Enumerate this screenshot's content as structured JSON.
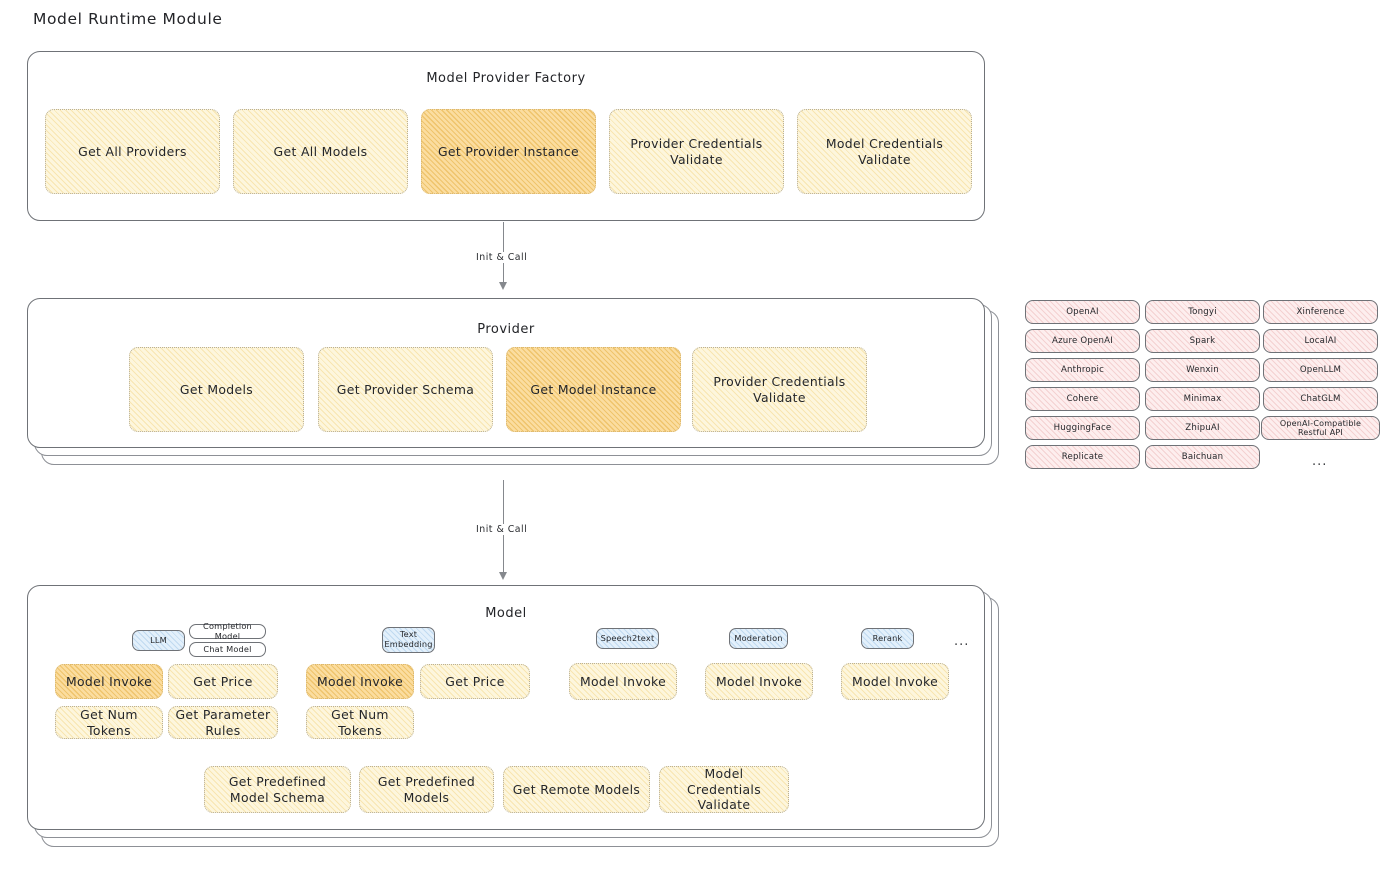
{
  "page": {
    "title": "Model Runtime Module"
  },
  "factory": {
    "title": "Model Provider Factory",
    "nodes": [
      {
        "label": "Get All Providers",
        "highlight": false
      },
      {
        "label": "Get All Models",
        "highlight": false
      },
      {
        "label": "Get Provider Instance",
        "highlight": true
      },
      {
        "label": "Provider Credentials Validate",
        "highlight": false
      },
      {
        "label": "Model Credentials Validate",
        "highlight": false
      }
    ]
  },
  "arrows": [
    {
      "label": "Init & Call"
    },
    {
      "label": "Init & Call"
    }
  ],
  "provider": {
    "title": "Provider",
    "nodes": [
      {
        "label": "Get Models",
        "highlight": false
      },
      {
        "label": "Get Provider Schema",
        "highlight": false
      },
      {
        "label": "Get Model Instance",
        "highlight": true
      },
      {
        "label": "Provider Credentials Validate",
        "highlight": false
      }
    ]
  },
  "provider_list": {
    "ellipsis": "...",
    "columns": [
      {
        "items": [
          "OpenAI",
          "Azure OpenAI",
          "Anthropic",
          "Cohere",
          "HuggingFace",
          "Replicate"
        ]
      },
      {
        "items": [
          "Tongyi",
          "Spark",
          "Wenxin",
          "Minimax",
          "ZhipuAI",
          "Baichuan"
        ]
      },
      {
        "items": [
          "Xinference",
          "LocalAI",
          "OpenLLM",
          "ChatGLM",
          "OpenAI-Compatible Restful API"
        ]
      }
    ]
  },
  "model": {
    "title": "Model",
    "ellipsis": "...",
    "types": [
      {
        "badge": "LLM",
        "sub_badges": [
          "Completion Model",
          "Chat Model"
        ],
        "methods": [
          {
            "label": "Model Invoke",
            "highlight": true
          },
          {
            "label": "Get Price",
            "highlight": false
          },
          {
            "label": "Get Num Tokens",
            "highlight": false
          },
          {
            "label": "Get Parameter Rules",
            "highlight": false
          }
        ]
      },
      {
        "badge": "Text Embedding",
        "sub_badges": [],
        "methods": [
          {
            "label": "Model Invoke",
            "highlight": true
          },
          {
            "label": "Get Price",
            "highlight": false
          },
          {
            "label": "Get Num Tokens",
            "highlight": false
          }
        ]
      },
      {
        "badge": "Speech2text",
        "sub_badges": [],
        "methods": [
          {
            "label": "Model Invoke",
            "highlight": false
          }
        ]
      },
      {
        "badge": "Moderation",
        "sub_badges": [],
        "methods": [
          {
            "label": "Model Invoke",
            "highlight": false
          }
        ]
      },
      {
        "badge": "Rerank",
        "sub_badges": [],
        "methods": [
          {
            "label": "Model Invoke",
            "highlight": false
          }
        ]
      }
    ],
    "common_methods": [
      {
        "label": "Get Predefined Model Schema"
      },
      {
        "label": "Get Predefined Models"
      },
      {
        "label": "Get Remote Models"
      },
      {
        "label": "Model Credentials Validate"
      }
    ]
  }
}
